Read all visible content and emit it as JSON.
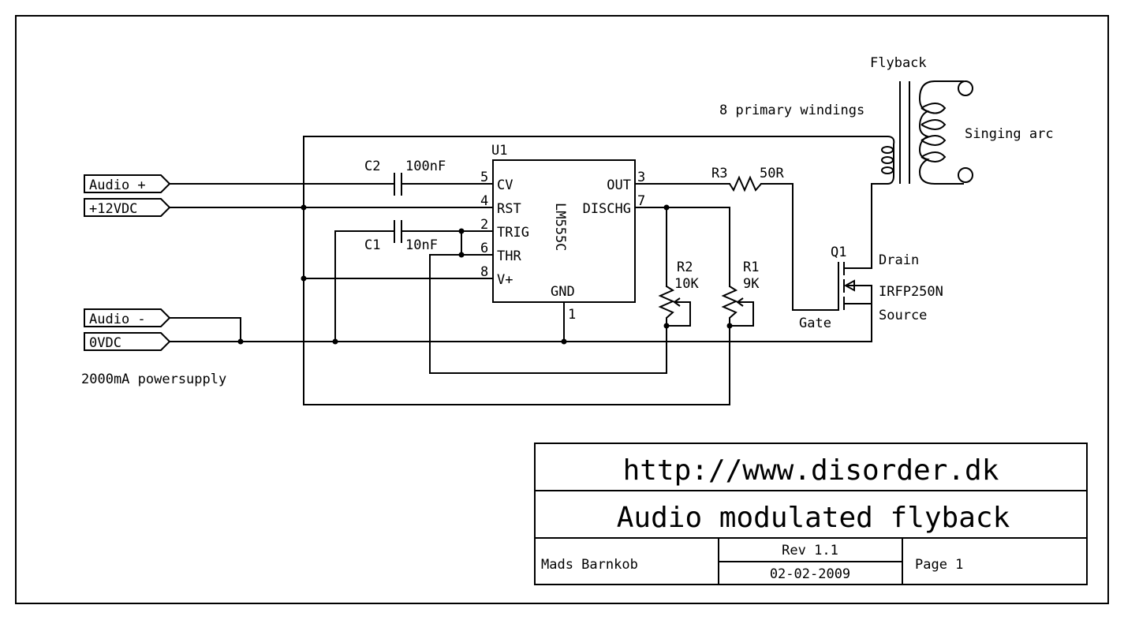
{
  "colors": {
    "ink": "#000000",
    "paper": "#ffffff"
  },
  "ports": {
    "audio_plus": "Audio +",
    "v12": "+12VDC",
    "audio_minus": "Audio -",
    "v0": "0VDC"
  },
  "notes": {
    "power_supply": "2000mA powersupply",
    "primary_windings": "8 primary windings",
    "flyback": "Flyback",
    "singing_arc": "Singing arc"
  },
  "components": {
    "u1": {
      "ref": "U1",
      "part": "LM555C",
      "pins": [
        {
          "num": "5",
          "name": "CV"
        },
        {
          "num": "4",
          "name": "RST"
        },
        {
          "num": "2",
          "name": "TRIG"
        },
        {
          "num": "6",
          "name": "THR"
        },
        {
          "num": "8",
          "name": "V+"
        },
        {
          "num": "3",
          "name": "OUT"
        },
        {
          "num": "7",
          "name": "DISCHG"
        },
        {
          "num": "1",
          "name": "GND"
        }
      ]
    },
    "c1": {
      "ref": "C1",
      "value": "10nF"
    },
    "c2": {
      "ref": "C2",
      "value": "100nF"
    },
    "r1": {
      "ref": "R1",
      "value": "9K"
    },
    "r2": {
      "ref": "R2",
      "value": "10K"
    },
    "r3": {
      "ref": "R3",
      "value": "50R"
    },
    "q1": {
      "ref": "Q1",
      "part": "IRFP250N",
      "drain": "Drain",
      "gate": "Gate",
      "source": "Source"
    }
  },
  "title_block": {
    "url": "http://www.disorder.dk",
    "title": "Audio modulated flyback",
    "author": "Mads Barnkob",
    "revision": "Rev 1.1",
    "date": "02-02-2009",
    "page": "Page 1"
  }
}
